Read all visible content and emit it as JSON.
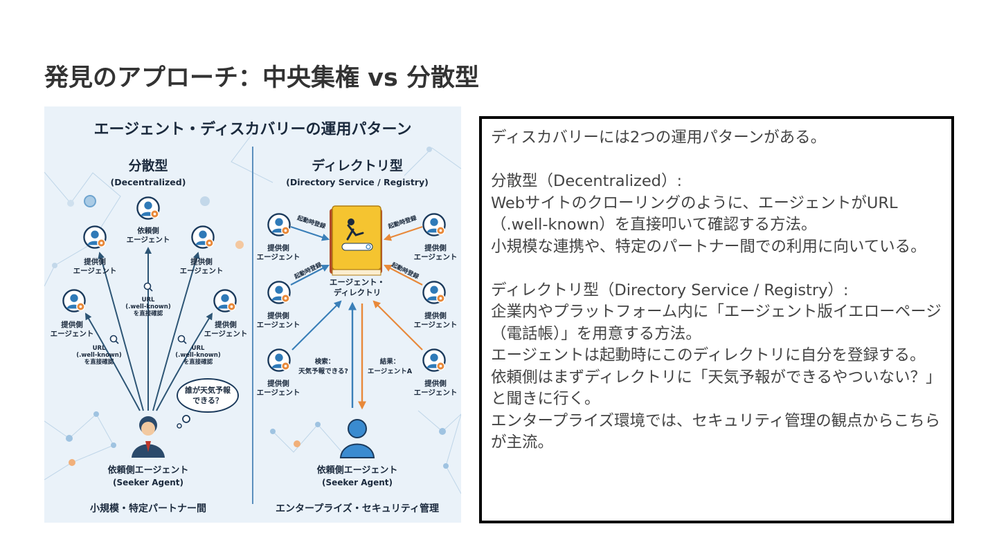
{
  "slide": {
    "title": "発見のアプローチ：中央集権 vs 分散型"
  },
  "figure": {
    "heading": "エージェント・ディスカバリーの運用パターン",
    "left": {
      "title": "分散型",
      "subtitle": "(Decentralized)",
      "provider_line1": "提供側",
      "provider_line2": "エージェント",
      "requester_line1": "依頼側",
      "requester_line2": "エージェント",
      "url_line1": "URL",
      "url_line2": "(.well-known)",
      "url_line3": "を直接確認",
      "bubble_line1": "誰が天気予報",
      "bubble_line2": "できる？",
      "seeker_line1": "依頼側エージェント",
      "seeker_line2": "(Seeker Agent)",
      "footer": "小規模・特定パートナー間"
    },
    "right": {
      "title": "ディレクトリ型",
      "subtitle": "(Directory Service / Registry)",
      "provider_line1": "提供側",
      "provider_line2": "エージェント",
      "register_label": "起動時登録",
      "directory_line1": "エージェント・",
      "directory_line2": "ディレクトリ",
      "search_line1": "検索：",
      "search_line2": "天気予報できる?",
      "result_line1": "結果：",
      "result_line2": "エージェントA",
      "seeker_line1": "依頼側エージェント",
      "seeker_line2": "(Seeker Agent)",
      "footer": "エンタープライズ・セキュリティ管理"
    },
    "colors": {
      "navy": "#1b3a5c",
      "blue_arrow": "#3a7fb8",
      "orange": "#e8893a",
      "book_yellow": "#f5c430",
      "background": "#eaf2f9"
    }
  },
  "panel": {
    "p1": [
      "ディスカバリーには2つの運用パターンがある。"
    ],
    "p2": [
      "分散型（Decentralized）:",
      "Webサイトのクローリングのように、エージェントがURL（.well-known）を直接叩いて確認する方法。",
      "小規模な連携や、特定のパートナー間での利用に向いている。"
    ],
    "p3": [
      "ディレクトリ型（Directory Service / Registry）:",
      "企業内やプラットフォーム内に「エージェント版イエローページ（電話帳）」を用意する方法。",
      "エージェントは起動時にこのディレクトリに自分を登録する。",
      "依頼側はまずディレクトリに「天気予報ができるやついない？」と聞きに行く。",
      "エンタープライズ環境では、セキュリティ管理の観点からこちらが主流。"
    ]
  }
}
